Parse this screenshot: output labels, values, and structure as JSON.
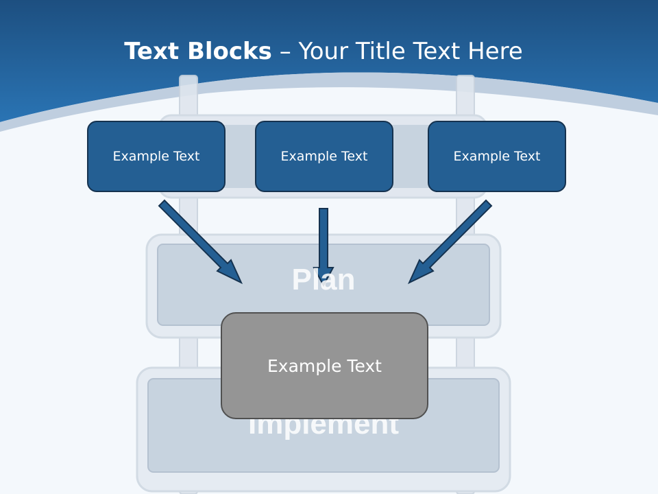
{
  "slide": {
    "title_bold": "Text Blocks",
    "title_rest": " – Your Title Text Here"
  },
  "ladder": {
    "signs": [
      "Plan",
      "Implement"
    ]
  },
  "blocks": {
    "top": [
      {
        "label": "Example Text"
      },
      {
        "label": "Example Text"
      },
      {
        "label": "Example Text"
      }
    ],
    "center": {
      "label": "Example Text"
    }
  },
  "colors": {
    "header_blue": "#1f5d97",
    "block_blue": "#245f93",
    "block_border": "#15324f",
    "arrow_fill": "#245f93",
    "arrow_stroke": "#15324f",
    "center_gray": "#959595",
    "sign_fill": "#c3cfdc"
  },
  "icons": [
    "arrow-down-right",
    "arrow-down",
    "arrow-down-left"
  ]
}
